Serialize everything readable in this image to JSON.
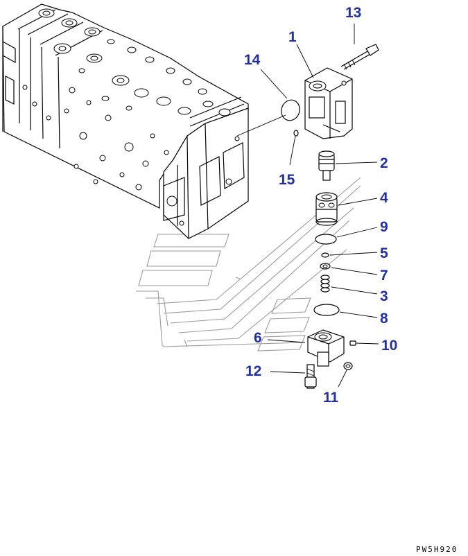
{
  "callouts": [
    {
      "id": "1",
      "label": "1"
    },
    {
      "id": "2",
      "label": "2"
    },
    {
      "id": "3",
      "label": "3"
    },
    {
      "id": "4",
      "label": "4"
    },
    {
      "id": "5",
      "label": "5"
    },
    {
      "id": "6",
      "label": "6"
    },
    {
      "id": "7",
      "label": "7"
    },
    {
      "id": "8",
      "label": "8"
    },
    {
      "id": "9",
      "label": "9"
    },
    {
      "id": "10",
      "label": "10"
    },
    {
      "id": "11",
      "label": "11"
    },
    {
      "id": "12",
      "label": "12"
    },
    {
      "id": "13",
      "label": "13"
    },
    {
      "id": "14",
      "label": "14"
    },
    {
      "id": "15",
      "label": "15"
    }
  ],
  "drawing_code": "PW5H920",
  "colors": {
    "callout": "#1f2fa8",
    "line": "#000000",
    "watermark": "#9a9a9a"
  }
}
